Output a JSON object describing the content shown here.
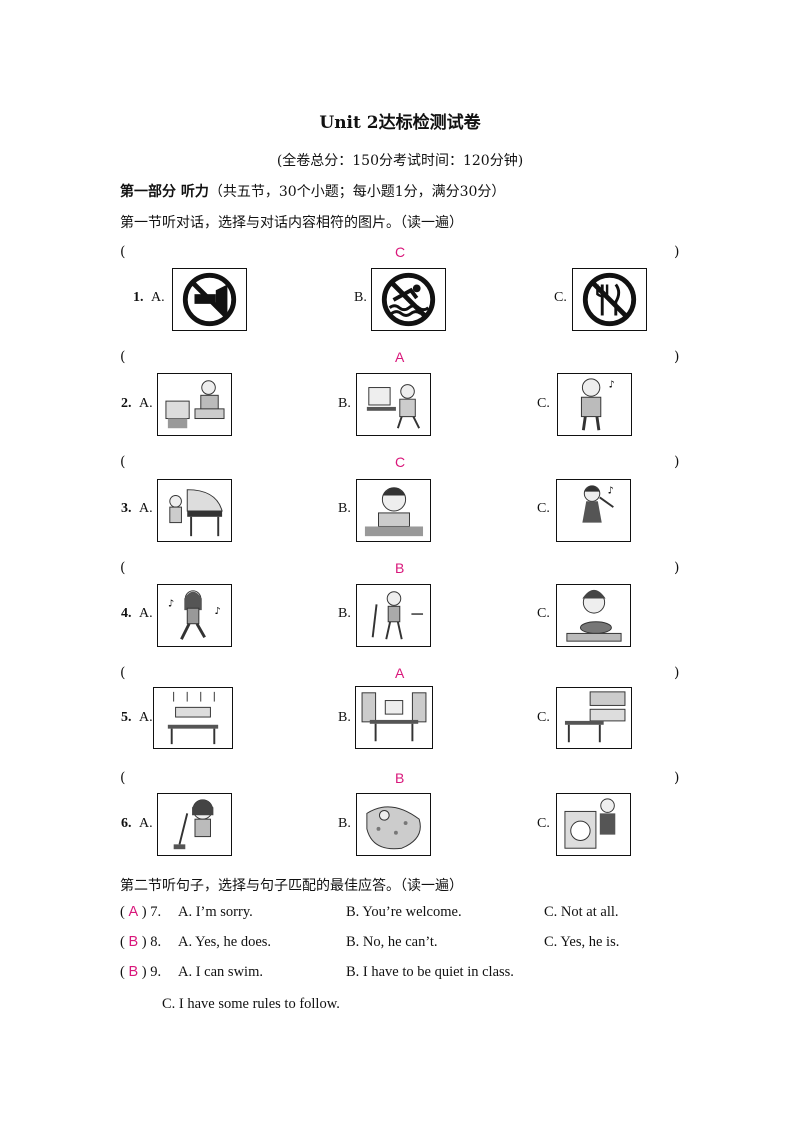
{
  "title": "Unit  2达标检测试卷",
  "subtitle": "(全卷总分：150分考试时间：120分钟)",
  "part1": {
    "name": "第一部分  听力",
    "desc": "（共五节，30个小题；每小题1分，满分30分）"
  },
  "section1": {
    "instruction": "第一节听对话，选择与对话内容相符的图片。（读一遍）"
  },
  "section2": {
    "instruction": "第二节听句子，选择与句子匹配的最佳应答。（读一遍）"
  },
  "paren_open": "(",
  "paren_close": ")",
  "option_labels": {
    "a": "A.",
    "b": "B.",
    "c": "C."
  },
  "picture_questions": [
    {
      "num": "1.",
      "answer": "C",
      "pictures": [
        "no-honking-sign-icon",
        "no-swimming-sign-icon",
        "no-eating-sign-icon"
      ]
    },
    {
      "num": "2.",
      "answer": "A",
      "pictures": [
        "boy-watching-tv-picture",
        "boy-using-computer-picture",
        "boy-singing-picture"
      ]
    },
    {
      "num": "3.",
      "answer": "C",
      "pictures": [
        "girl-playing-piano-picture",
        "girl-reading-picture",
        "girl-playing-violin-picture"
      ]
    },
    {
      "num": "4.",
      "answer": "B",
      "pictures": [
        "girl-dancing-picture",
        "boy-doing-chores-picture",
        "boy-cooking-picture"
      ]
    },
    {
      "num": "5.",
      "answer": "A",
      "pictures": [
        "dining-room-picture",
        "study-room-picture",
        "kitchen-room-picture"
      ]
    },
    {
      "num": "6.",
      "answer": "B",
      "pictures": [
        "girl-sweeping-floor-picture",
        "making-bed-picture",
        "doing-laundry-picture"
      ]
    }
  ],
  "sentence_questions": [
    {
      "answer": "A",
      "num": "7.",
      "a": "A. I’m sorry.",
      "b": "B. You’re welcome.",
      "c": "C. Not at all."
    },
    {
      "answer": "B",
      "num": "8.",
      "a": "A. Yes, he does.",
      "b": "B. No, he can’t.",
      "c": "C. Yes, he is."
    },
    {
      "answer": "B",
      "num": "9.",
      "a": "A. I can swim.",
      "b": "B. I have to be quiet in class.",
      "c": "C.  I have some rules to follow."
    }
  ]
}
